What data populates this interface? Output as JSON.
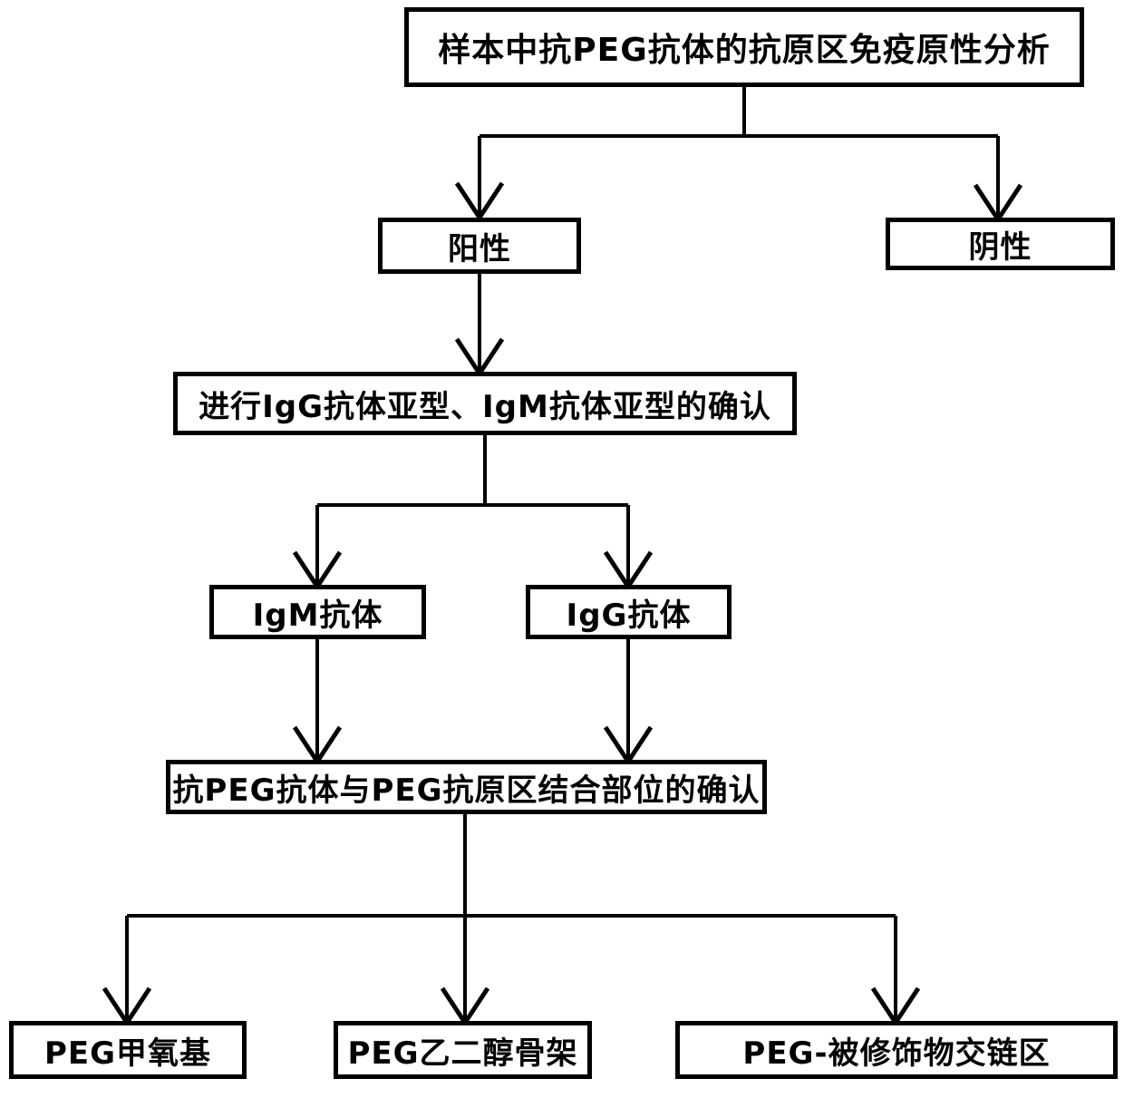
{
  "flowchart": {
    "nodes": {
      "root": {
        "label": "样本中抗PEG抗体的抗原区免疫原性分析"
      },
      "positive": {
        "label": "阳性"
      },
      "negative": {
        "label": "阴性"
      },
      "subtype": {
        "label": "进行IgG抗体亚型、IgM抗体亚型的确认"
      },
      "igm": {
        "label": "IgM抗体"
      },
      "igg": {
        "label": "IgG抗体"
      },
      "binding": {
        "label": "抗PEG抗体与PEG抗原区结合部位的确认"
      },
      "methoxy": {
        "label": "PEG甲氧基"
      },
      "backbone": {
        "label": "PEG乙二醇骨架"
      },
      "crosslink": {
        "label": "PEG-被修饰物交链区"
      }
    },
    "edges": [
      {
        "from": "root",
        "to": "positive"
      },
      {
        "from": "root",
        "to": "negative"
      },
      {
        "from": "positive",
        "to": "subtype"
      },
      {
        "from": "subtype",
        "to": "igm"
      },
      {
        "from": "subtype",
        "to": "igg"
      },
      {
        "from": "igm",
        "to": "binding"
      },
      {
        "from": "igg",
        "to": "binding"
      },
      {
        "from": "binding",
        "to": "methoxy"
      },
      {
        "from": "binding",
        "to": "backbone"
      },
      {
        "from": "binding",
        "to": "crosslink"
      }
    ],
    "colors": {
      "line": "#000000",
      "text": "#000000",
      "background": "#ffffff"
    }
  }
}
